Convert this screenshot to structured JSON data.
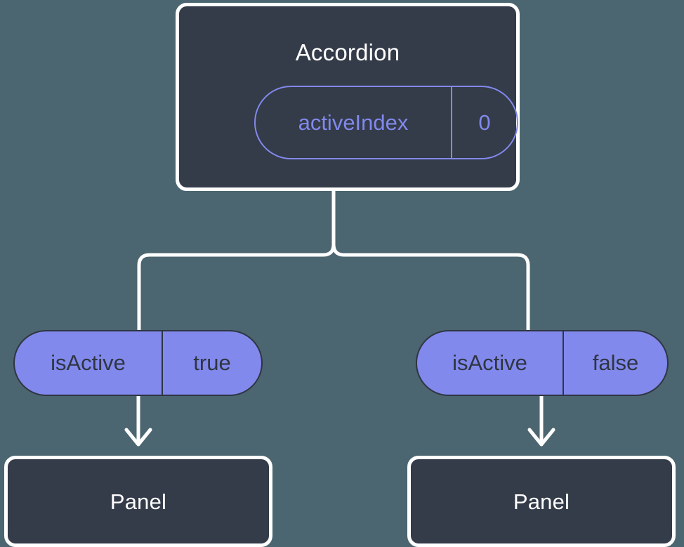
{
  "diagram": {
    "title_text": "React component state/props tree",
    "background_color": "#4b6670",
    "node_fill": "#343b49",
    "node_border": "#ffffff",
    "accent_purple": "#8189ec",
    "pill_text_dark": "#2f3542"
  },
  "root": {
    "name": "accordion-node",
    "label": "Accordion",
    "state_pill": {
      "key": "activeIndex",
      "value": "0"
    }
  },
  "branches": [
    {
      "name": "left-branch",
      "prop_pill": {
        "key": "isActive",
        "value": "true"
      },
      "child": {
        "name": "panel-left",
        "label": "Panel"
      }
    },
    {
      "name": "right-branch",
      "prop_pill": {
        "key": "isActive",
        "value": "false"
      },
      "child": {
        "name": "panel-right",
        "label": "Panel"
      }
    }
  ],
  "edges": {
    "connector_color": "#ffffff",
    "connector_width": 5,
    "arrow_color": "#ffffff",
    "arrow_width": 5
  }
}
